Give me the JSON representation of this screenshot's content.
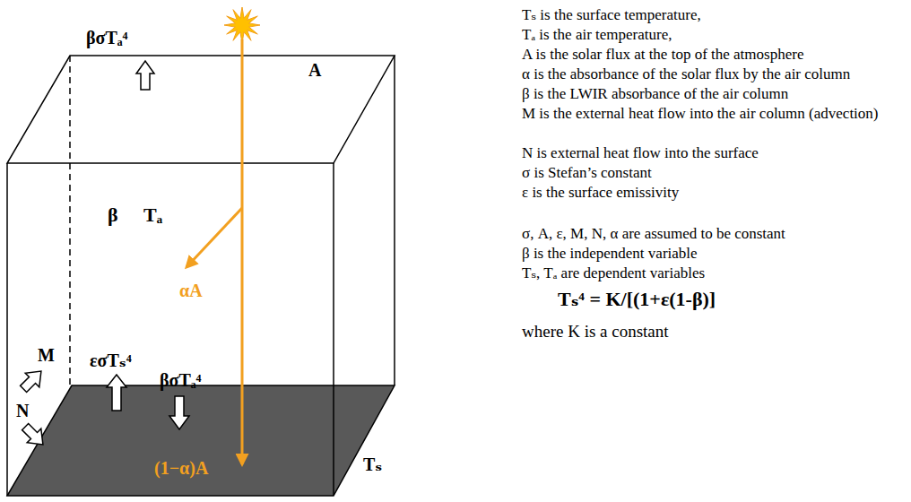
{
  "diagram": {
    "labels": [
      "βσTₐ⁴",
      "A",
      "β",
      "Tₐ",
      "αA",
      "M",
      "N",
      "εσTₛ⁴",
      "βσTₐ⁴",
      "(1−α)A",
      "Tₛ",
      "Tₛ is the surface temperature,",
      "Tₐ is the air temperature,",
      "A is the solar flux at the top of the atmosphere",
      "α is the absorbance of the solar flux by the air column",
      "β is the LWIR absorbance of the air column",
      "M is the external heat flow into the air column (advection)",
      "N is external heat flow into the surface",
      "σ is Stefan’s constant",
      "ε is the surface emissivity",
      "σ, A, ε, M, N, α are assumed to be constant",
      "β is the independent variable",
      "Tₛ, Tₐ are dependent variables",
      "Tₛ⁴ = K/[(1+ε(1-β)]",
      "where K is a constant"
    ]
  }
}
